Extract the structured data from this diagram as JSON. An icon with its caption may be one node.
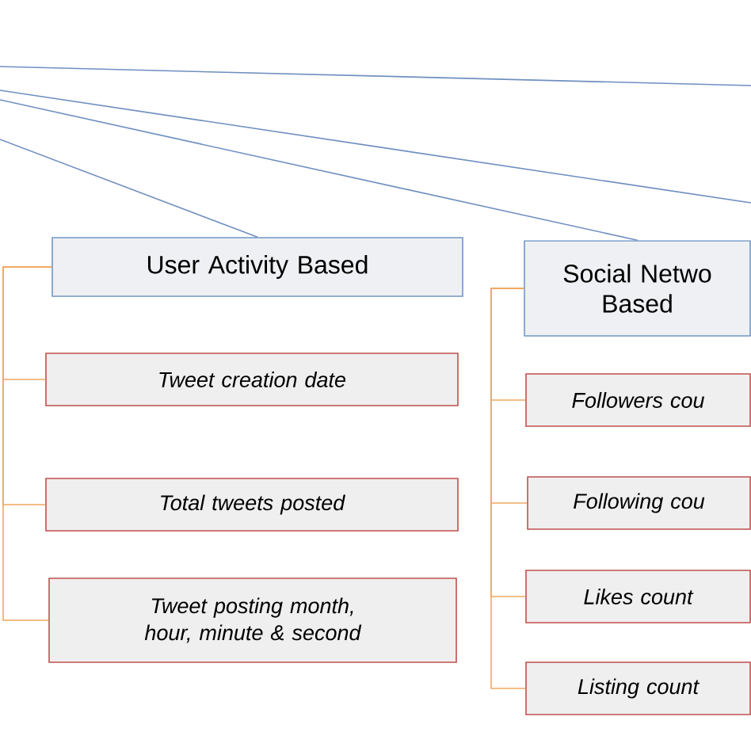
{
  "diagram": {
    "nodes": [
      {
        "text": [
          "User Activity Based"
        ]
      },
      {
        "text": [
          "Tweet creation date"
        ]
      },
      {
        "text": [
          "Total tweets posted"
        ]
      },
      {
        "text": [
          "Tweet posting month, hour, minute & second"
        ]
      },
      {
        "text": [
          "Social Netwo Based"
        ]
      },
      {
        "text": [
          "Followers cou"
        ]
      },
      {
        "text": [
          "Following cou"
        ]
      },
      {
        "text": [
          "Likes count"
        ]
      },
      {
        "text": [
          "Listing count"
        ]
      }
    ],
    "edges": [
      {
        "from": null,
        "to": 0,
        "arrow": "none",
        "color": "#6f8fc0"
      },
      {
        "from": null,
        "to": 4,
        "arrow": "none",
        "color": "#6f8fc0"
      },
      {
        "from": 0,
        "to": 1,
        "arrow": "none"
      },
      {
        "from": 0,
        "to": 2,
        "arrow": "none"
      },
      {
        "from": 0,
        "to": 3,
        "arrow": "none"
      },
      {
        "from": 4,
        "to": 5,
        "arrow": "none"
      },
      {
        "from": 4,
        "to": 6,
        "arrow": "none"
      },
      {
        "from": 4,
        "to": 7,
        "arrow": "none"
      },
      {
        "from": 4,
        "to": 8,
        "arrow": "none"
      }
    ]
  }
}
